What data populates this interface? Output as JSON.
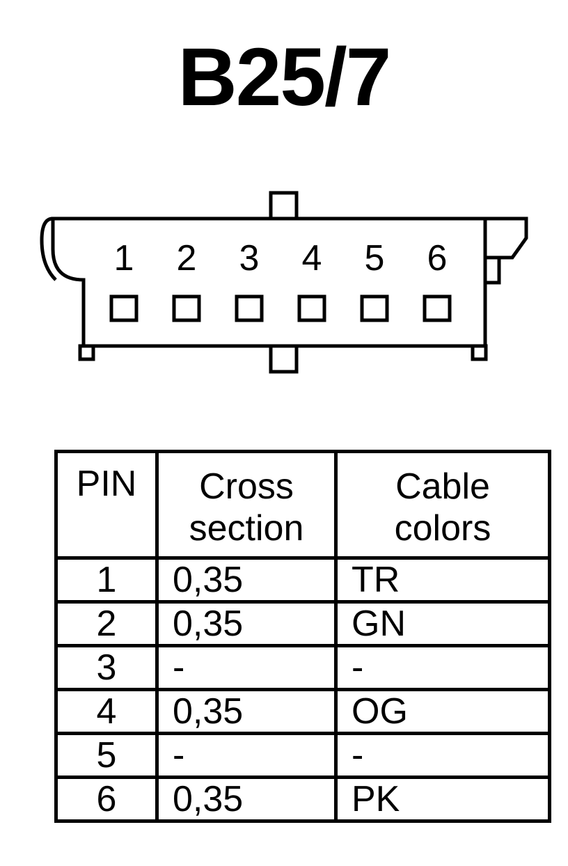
{
  "title": "B25/7",
  "connector": {
    "pin_labels": [
      "1",
      "2",
      "3",
      "4",
      "5",
      "6"
    ]
  },
  "table": {
    "headers": {
      "pin": "PIN",
      "cross_section": [
        "Cross",
        "section"
      ],
      "cable_colors": [
        "Cable",
        "colors"
      ]
    },
    "rows": [
      {
        "pin": "1",
        "cross_section": "0,35",
        "cable_color": "TR"
      },
      {
        "pin": "2",
        "cross_section": "0,35",
        "cable_color": "GN"
      },
      {
        "pin": "3",
        "cross_section": "-",
        "cable_color": "-"
      },
      {
        "pin": "4",
        "cross_section": "0,35",
        "cable_color": "OG"
      },
      {
        "pin": "5",
        "cross_section": "-",
        "cable_color": "-"
      },
      {
        "pin": "6",
        "cross_section": "0,35",
        "cable_color": "PK"
      }
    ]
  }
}
